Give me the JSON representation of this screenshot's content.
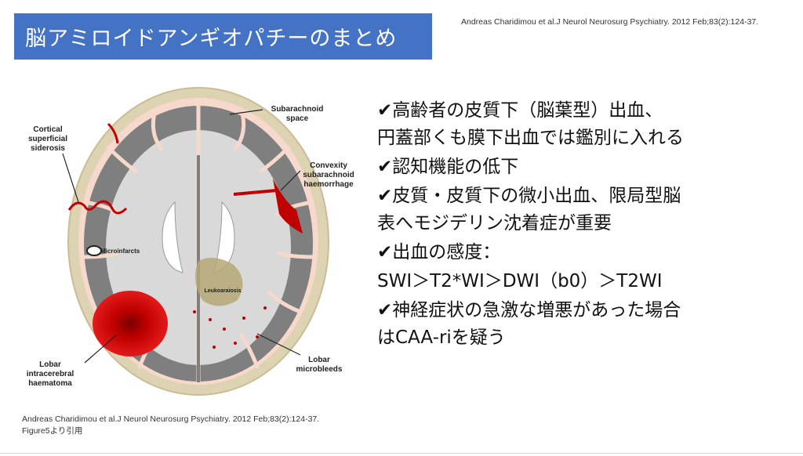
{
  "title": "脳アミロイドアンギオパチーのまとめ",
  "citation_top": "Andreas Charidimou et al.J Neurol Neurosurg Psychiatry. 2012 Feb;83(2):124-37.",
  "figure_labels": {
    "cortical": "Cortical\nsuperficial\nsiderosis",
    "subarachnoid_space": "Subarachnoid\nspace",
    "convexity": "Convexity\nsubarachnoid\nhaemorrhage",
    "microinfarcts": "Microinfarcts",
    "leukoaraiosis": "Leukoaraiosis",
    "lobar_haematoma": "Lobar\nintracerebral\nhaematoma",
    "lobar_microbleeds": "Lobar\nmicrobleeds"
  },
  "bullets": [
    "✔高齢者の皮質下（脳葉型）出血、",
    "円蓋部くも膜下出血では鑑別に入れる",
    "✔認知機能の低下",
    "✔皮質・皮質下の微小出血、限局型脳",
    "表へモジデリン沈着症が重要",
    "✔出血の感度：",
    "SWI＞T2*WI＞DWI（b0）＞T2WI",
    "✔神経症状の急激な増悪があった場合",
    "はCAA-riを疑う"
  ],
  "citation_bottom_1": "Andreas Charidimou et al.J Neurol Neurosurg Psychiatry. 2012 Feb;83(2):124-37.",
  "citation_bottom_2": "Figure5より引用",
  "colors": {
    "title_bg": "#4472c4",
    "skull": "#ddd3b2",
    "cortex": "#7f7f7f",
    "white_matter": "#d9d9d9",
    "blood": "#c00000"
  }
}
